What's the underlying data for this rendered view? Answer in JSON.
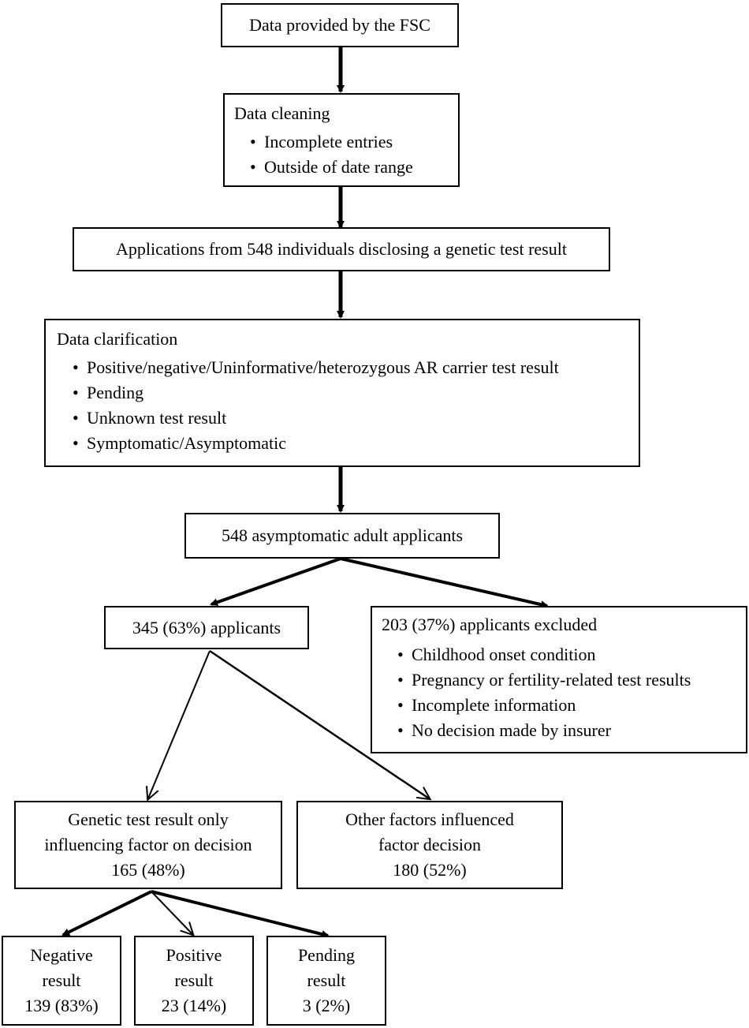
{
  "boxes": {
    "fsc": {
      "text": "Data provided by the FSC"
    },
    "cleaning": {
      "title": "Data cleaning",
      "items": [
        "Incomplete entries",
        "Outside of date range"
      ]
    },
    "applications": {
      "text": "Applications from 548 individuals disclosing a genetic test result"
    },
    "clarification": {
      "title": "Data clarification",
      "items": [
        "Positive/negative/Uninformative/heterozygous AR carrier test result",
        "Pending",
        "Unknown test result",
        "Symptomatic/Asymptomatic"
      ]
    },
    "asymptomatic": {
      "text": "548 asymptomatic adult applicants"
    },
    "included": {
      "text": "345 (63%) applicants"
    },
    "excluded": {
      "title": "203 (37%) applicants excluded",
      "items": [
        "Childhood onset condition",
        "Pregnancy or fertility-related test results",
        "Incomplete information",
        "No decision made by insurer"
      ]
    },
    "genetic_only": {
      "line1": "Genetic test result only",
      "line2": "influencing factor on decision",
      "line3": "165 (48%)"
    },
    "other_factors": {
      "line1": "Other factors influenced",
      "line2": "factor decision",
      "line3": "180 (52%)"
    },
    "negative": {
      "line1": "Negative",
      "line2": "result",
      "line3": "139 (83%)"
    },
    "positive": {
      "line1": "Positive",
      "line2": "result",
      "line3": "23 (14%)"
    },
    "pending": {
      "line1": "Pending",
      "line2": "result",
      "line3": "3 (2%)"
    }
  }
}
